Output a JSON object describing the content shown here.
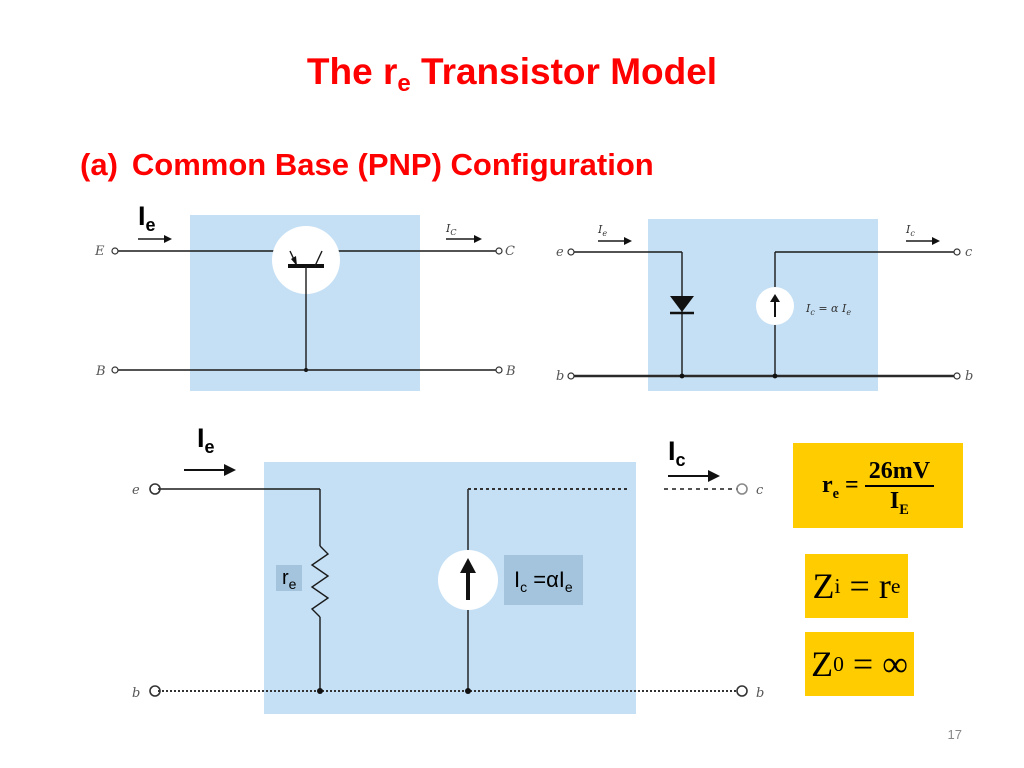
{
  "slide": {
    "title": {
      "prefix": "The r",
      "sub": "e",
      "suffix": " Transistor Model"
    },
    "subtitle": {
      "marker": "(a)",
      "text": "Common Base (PNP) Configuration"
    },
    "page_number": "17"
  },
  "top_left_circuit": {
    "current_in": {
      "main": "I",
      "sub": "e"
    },
    "terminals": {
      "emitter": "E",
      "collector": "C",
      "base_left": "B",
      "base_right": "B"
    },
    "ic_label": "I",
    "ic_sub": "C"
  },
  "top_right_circuit": {
    "terminals": {
      "e": "e",
      "c": "c",
      "b_left": "b",
      "b_right": "b"
    },
    "ie_label": "I",
    "ie_sub": "e",
    "ic_label": "I",
    "ic_sub": "c",
    "source_label": "I",
    "source_label_sub": "c",
    "source_label_eq": " = α I",
    "source_label_sub2": "e"
  },
  "bottom_circuit": {
    "ie": {
      "main": "I",
      "sub": "e"
    },
    "ic": {
      "main": "I",
      "sub": "c"
    },
    "terminals": {
      "e": "e",
      "c": "c",
      "b_left": "b",
      "b_right": "b"
    },
    "re": {
      "main": "r",
      "sub": "e"
    },
    "source": {
      "main": "I",
      "sub": "c",
      "eq": " =αI",
      "sub2": "e"
    }
  },
  "formulas": {
    "re": {
      "lhs": "r",
      "lhs_sub": "e",
      "eq": " = ",
      "num": "26mV",
      "den": "I",
      "den_sub": "E"
    },
    "zi": {
      "lhs": "Z",
      "lhs_sub": "i",
      "eq": " = ",
      "rhs": "r",
      "rhs_sub": "e"
    },
    "zo": {
      "lhs": "Z",
      "lhs_sub": "0",
      "eq": " = ",
      "rhs": "∞"
    }
  },
  "colors": {
    "title": "#ff0000",
    "panel": "#c5e0f5",
    "formula_bg": "#ffcc00",
    "chip": "#a3c4dc"
  }
}
